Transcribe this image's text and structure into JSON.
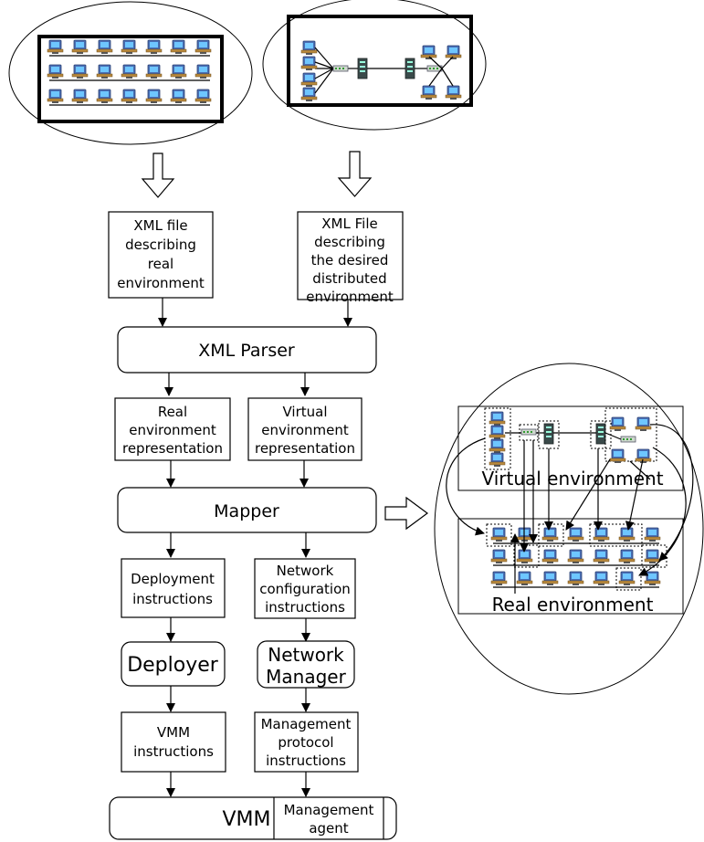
{
  "inputs": {
    "real_file": [
      "XML file",
      "describing",
      "real",
      "environment"
    ],
    "desired_file": [
      "XML File",
      "describing",
      "the desired",
      "distributed",
      "environment"
    ]
  },
  "parser": "XML Parser",
  "representations": {
    "real": [
      "Real",
      "environment",
      "representation"
    ],
    "virtual": [
      "Virtual",
      "environment",
      "representation"
    ]
  },
  "mapper": "Mapper",
  "instructions": {
    "deployment": [
      "Deployment",
      "instructions"
    ],
    "network": [
      "Network",
      "configuration",
      "instructions"
    ]
  },
  "deployer": "Deployer",
  "network_manager": [
    "Network",
    "Manager"
  ],
  "outputs": {
    "vmm_instructions": [
      "VMM",
      "instructions"
    ],
    "management_instructions": [
      "Management",
      "protocol",
      "instructions"
    ]
  },
  "bottom": {
    "vmm": "VMM",
    "agent": [
      "Management",
      "agent"
    ]
  },
  "mapping_view": {
    "virtual_label": "Virtual environment",
    "real_label": "Real environment"
  }
}
